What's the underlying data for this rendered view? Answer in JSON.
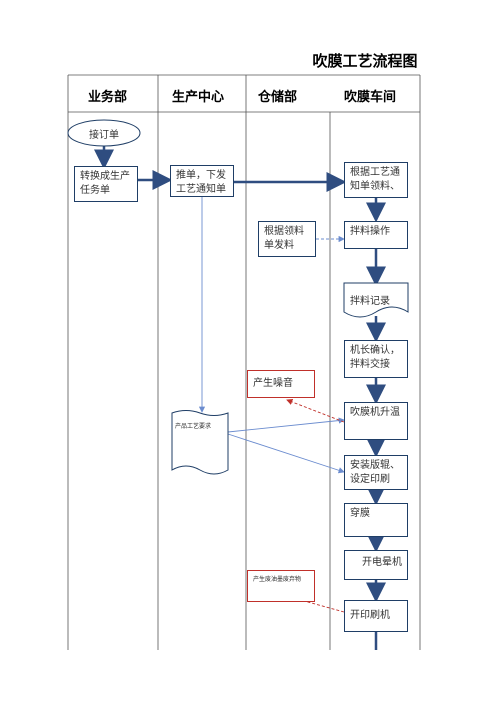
{
  "title": "吹膜工艺流程图",
  "columns": [
    "业务部",
    "生产中心",
    "仓储部",
    "吹膜车间"
  ],
  "nodes": {
    "receive_order": "接订单",
    "convert_task": "转换成生产任务单",
    "schedule": "推单，下发工艺通知单",
    "material_pick": "根据工艺通知单领料、",
    "warehouse_issue": "根据领料单发料",
    "mixing": "拌料操作",
    "mixing_record": "拌料记录",
    "captain_confirm": "机长确认，拌料交接",
    "noise": "产生噪音",
    "product_req": "产品工艺要求",
    "heating": "吹膜机升温",
    "install_roller": "安装版辊、设定印刷",
    "threading": "穿膜",
    "corona": "开电晕机",
    "waste": "产生废油墨废弃物",
    "printer": "开印刷机"
  }
}
